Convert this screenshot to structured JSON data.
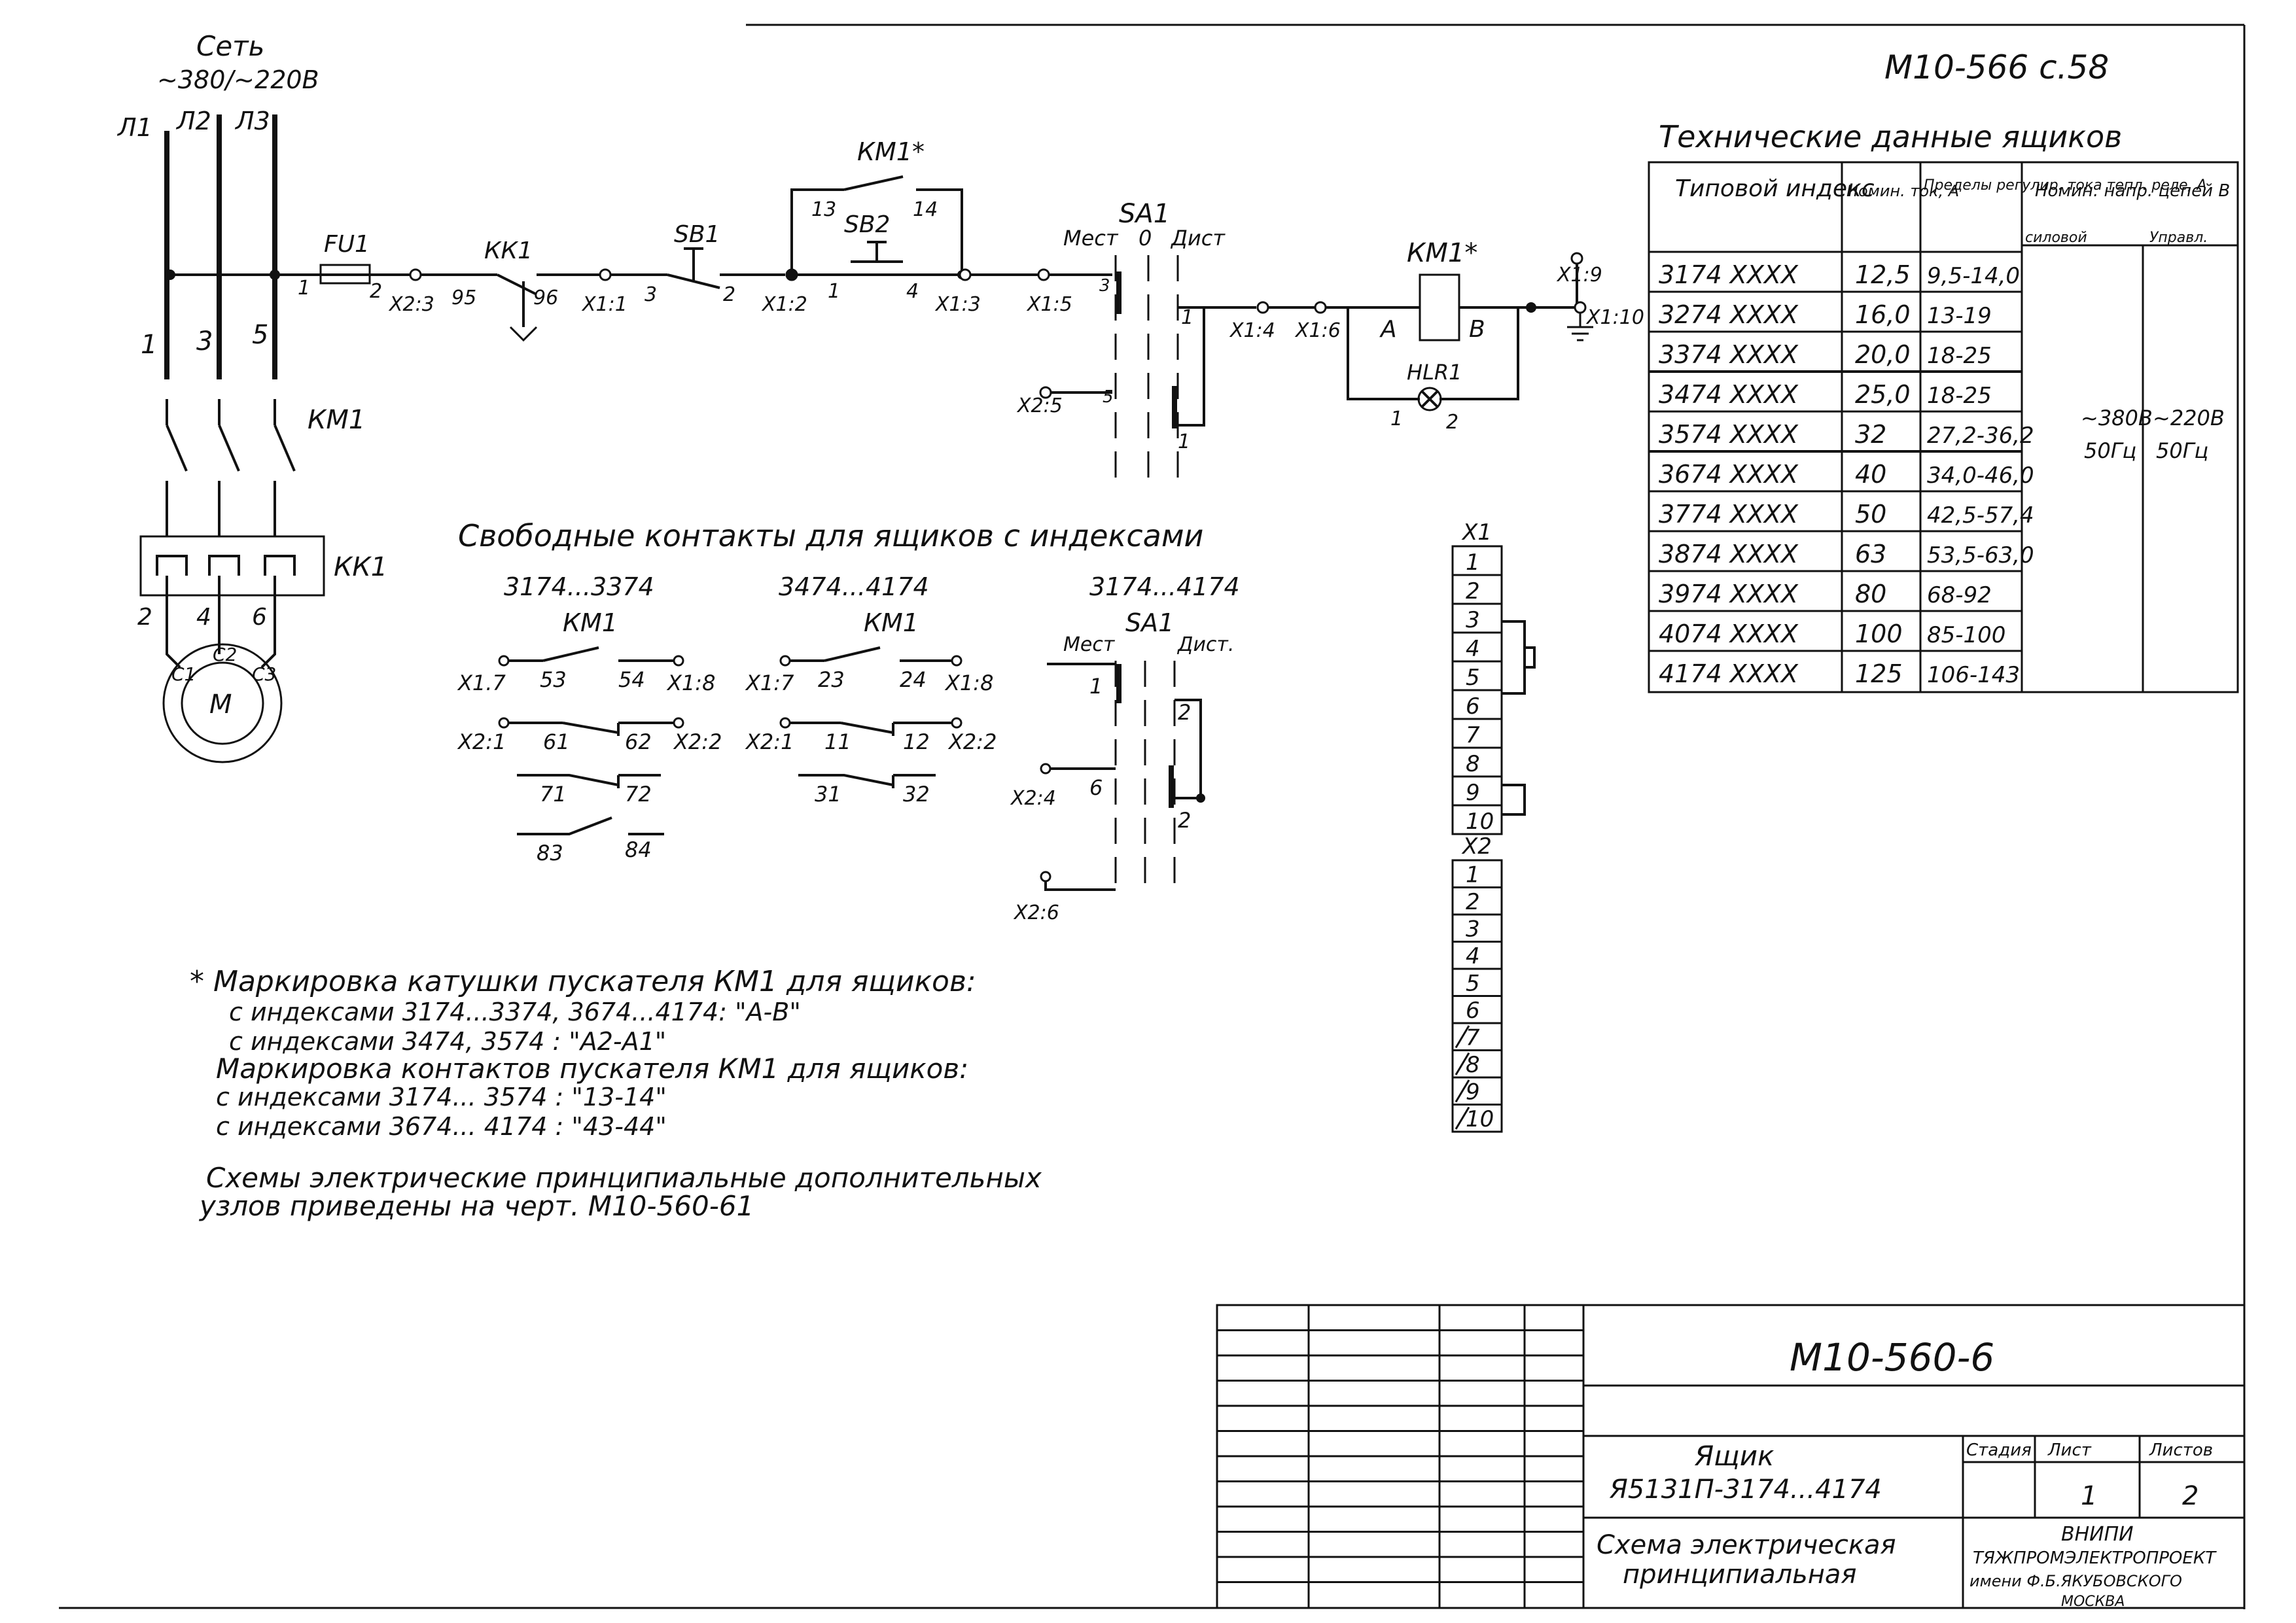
{
  "sheet": {
    "ref_top": "М10-566 с.58",
    "doc_number": "М10-560-6",
    "stamp": {
      "title_line1": "Ящик",
      "title_line2": "Я5131П-3174...4174",
      "desc_line1": "Схема электрическая",
      "desc_line2": "принципиальная",
      "col_stage": "Стадия",
      "col_sheet": "Лист",
      "col_sheets": "Листов",
      "sheet": "1",
      "sheets": "2",
      "org_line1": "ВНИПИ",
      "org_line2": "ТЯЖПРОМЭЛЕКТРОПРОЕКТ",
      "org_line3": "имени Ф.Б.ЯКУБОВСКОГО",
      "org_line4": "МОСКВА"
    }
  },
  "power": {
    "net_label": "Сеть",
    "net_voltage": "~380/~220В",
    "phases": [
      "Л1",
      "Л2",
      "Л3"
    ],
    "wires": [
      "1",
      "3",
      "5"
    ],
    "contactor": "КМ1",
    "relay": "КК1",
    "relay_terms": [
      "2",
      "4",
      "6"
    ],
    "motor": "М",
    "motor_terms": [
      "С1",
      "С2",
      "С3"
    ]
  },
  "control": {
    "fuse": "FU1",
    "fuse_terms": [
      "1",
      "2"
    ],
    "relay_contact": "КК1",
    "relay_terms": [
      "95",
      "96"
    ],
    "sb1": "SB1",
    "sb1_terms": [
      "3",
      "2"
    ],
    "sb2": "SB2",
    "sb2_terms": [
      "1",
      "4"
    ],
    "km_contact": "КМ1*",
    "km_terms": [
      "13",
      "14"
    ],
    "sa1": "SA1",
    "sa1_local": "Мест",
    "sa1_zero": "0",
    "sa1_remote": "Дист",
    "sa1_terms": [
      "3",
      "1",
      "5",
      "1"
    ],
    "coil": "КМ1*",
    "coil_terms": [
      "А",
      "В"
    ],
    "lamp": "HLR1",
    "lamp_terms": [
      "1",
      "2"
    ],
    "terminals": [
      "Х2:3",
      "Х1:1",
      "Х1:2",
      "Х1:3",
      "Х1:5",
      "Х2:5",
      "Х1:4",
      "Х1:6",
      "Х1:9",
      "Х1:10"
    ]
  },
  "free_contacts": {
    "title": "Свободные контакты для ящиков с индексами",
    "group1": {
      "range": "3174...3374",
      "name": "КМ1",
      "rows": [
        {
          "l": "Х1.7",
          "a": "53",
          "b": "54",
          "r": "Х1:8"
        },
        {
          "l": "Х2:1",
          "a": "61",
          "b": "62",
          "r": "Х2:2"
        },
        {
          "l": "",
          "a": "71",
          "b": "72",
          "r": ""
        },
        {
          "l": "",
          "a": "83",
          "b": "84",
          "r": ""
        }
      ]
    },
    "group2": {
      "range": "3474...4174",
      "name": "КМ1",
      "rows": [
        {
          "l": "Х1:7",
          "a": "23",
          "b": "24",
          "r": "Х1:8"
        },
        {
          "l": "Х2:1",
          "a": "11",
          "b": "12",
          "r": "Х2:2"
        },
        {
          "l": "",
          "a": "31",
          "b": "32",
          "r": ""
        }
      ]
    },
    "group3": {
      "range": "3174...4174",
      "name": "SA1",
      "local": "Мест",
      "remote": "Дист.",
      "terms": [
        "1",
        "2",
        "6",
        "2"
      ],
      "x_terms": [
        "Х2:4",
        "Х2:6"
      ]
    }
  },
  "notes": {
    "n1": "* Маркировка катушки пускателя КМ1 для ящиков:",
    "n2": "с индексами 3174...3374, 3674...4174: \"А-В\"",
    "n3": "с индексами 3474, 3574 : \"А2-А1\"",
    "n4": "Маркировка контактов пускателя КМ1 для ящиков:",
    "n5": "с индексами 3174... 3574 : \"13-14\"",
    "n6": "с индексами 3674... 4174 : \"43-44\"",
    "n7": "Схемы электрические принципиальные дополнительных",
    "n8": "узлов приведены на черт. М10-560-61"
  },
  "terminal_blocks": {
    "x1_label": "Х1",
    "x1": [
      "1",
      "2",
      "3",
      "4",
      "5",
      "6",
      "7",
      "8",
      "9",
      "10"
    ],
    "x2_label": "Х2",
    "x2": [
      "1",
      "2",
      "3",
      "4",
      "5",
      "6",
      "7",
      "8",
      "9",
      "10"
    ]
  },
  "tech_table": {
    "title": "Технические данные ящиков",
    "h_index": "Типовой индекс",
    "h_current": "Номин. ток, А",
    "h_range": "Пределы регулир. тока тепл. реле, А",
    "h_voltage": "Номин. напр. цепей В",
    "h_power": "силовой",
    "h_control": "Управл.",
    "rows": [
      {
        "idx": "3174 ХХХХ",
        "cur": "12,5",
        "rng": "9,5-14,0"
      },
      {
        "idx": "3274 ХХХХ",
        "cur": "16,0",
        "rng": "13-19"
      },
      {
        "idx": "3374 ХХХХ",
        "cur": "20,0",
        "rng": "18-25"
      },
      {
        "idx": "3474 ХХХХ",
        "cur": "25,0",
        "rng": "18-25"
      },
      {
        "idx": "3574 ХХХХ",
        "cur": "32",
        "rng": "27,2-36,2"
      },
      {
        "idx": "3674 ХХХХ",
        "cur": "40",
        "rng": "34,0-46,0"
      },
      {
        "idx": "3774 ХХХХ",
        "cur": "50",
        "rng": "42,5-57,4"
      },
      {
        "idx": "3874 ХХХХ",
        "cur": "63",
        "rng": "53,5-63,0"
      },
      {
        "idx": "3974 ХХХХ",
        "cur": "80",
        "rng": "68-92"
      },
      {
        "idx": "4074 ХХХХ",
        "cur": "100",
        "rng": "85-100"
      },
      {
        "idx": "4174 ХХХХ",
        "cur": "125",
        "rng": "106-143"
      }
    ],
    "v_power_1": "~380В",
    "v_power_2": "50Гц",
    "v_control_1": "~220В",
    "v_control_2": "50Гц"
  }
}
